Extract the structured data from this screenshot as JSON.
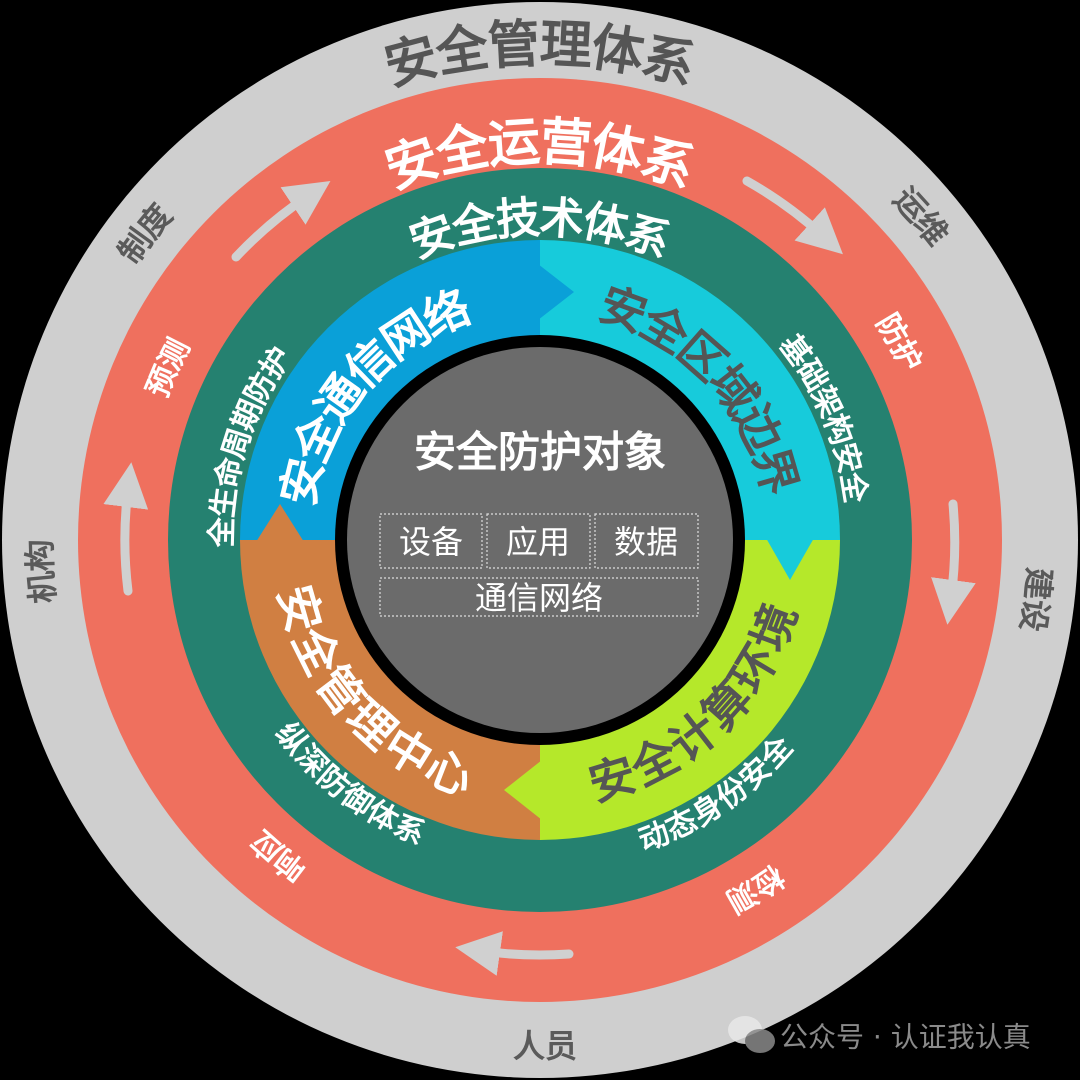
{
  "outer_ring": {
    "title": "安全管理体系",
    "labels": {
      "institutions": "机构",
      "policy": "制度",
      "operations": "运维",
      "construction": "建设",
      "personnel": "人员"
    }
  },
  "operations_ring": {
    "title": "安全运营体系",
    "stages": [
      "预测",
      "防护",
      "检测",
      "响应"
    ]
  },
  "technology_ring": {
    "title": "安全技术体系",
    "labels": [
      "全生命周期防护",
      "基础架构安全",
      "动态身份安全",
      "纵深防御体系"
    ]
  },
  "quadrants": [
    {
      "label": "安全通信网络",
      "color": "#0aa0d8"
    },
    {
      "label": "安全区域边界",
      "color": "#17cbdb"
    },
    {
      "label": "安全计算环境",
      "color": "#b5e82a"
    },
    {
      "label": "安全管理中心",
      "color": "#d07f42"
    }
  ],
  "center": {
    "title": "安全防护对象",
    "items": [
      "设备",
      "应用",
      "数据"
    ],
    "network": "通信网络"
  },
  "watermark": "公众号 · 认证我认真",
  "colors": {
    "outer_ring": "#cfcfcf",
    "operations_ring": "#ef705e",
    "technology_ring": "#258170",
    "center": "#6b6b6b",
    "dark_text": "#555555",
    "arrow": "#d0d0d0"
  }
}
